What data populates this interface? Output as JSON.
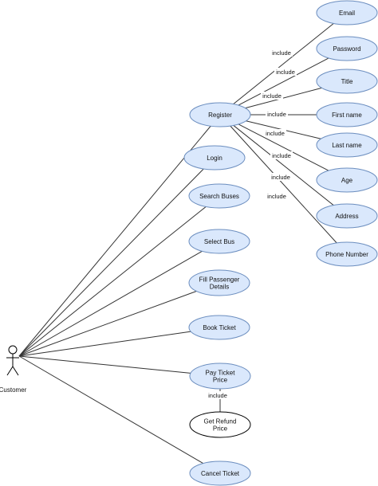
{
  "colors": {
    "usecase_fill": "#dae8fc",
    "usecase_stroke": "#6c8ebf",
    "plain_fill": "#ffffff",
    "plain_stroke": "#000000",
    "line": "#333333"
  },
  "actor": {
    "id": "customer",
    "label": "Customer"
  },
  "use_cases": [
    {
      "id": "register",
      "label": [
        "Register"
      ]
    },
    {
      "id": "login",
      "label": [
        "Login"
      ]
    },
    {
      "id": "search-buses",
      "label": [
        "Search Buses"
      ]
    },
    {
      "id": "select-bus",
      "label": [
        "Select Bus"
      ]
    },
    {
      "id": "fill-passenger-details",
      "label": [
        "Fill Passenger",
        "Details"
      ]
    },
    {
      "id": "book-ticket",
      "label": [
        "Book Ticket"
      ]
    },
    {
      "id": "pay-ticket-price",
      "label": [
        "Pay Ticket",
        "Price"
      ]
    },
    {
      "id": "get-refund-price",
      "label": [
        "Get Refund",
        "Price"
      ],
      "plain": true
    },
    {
      "id": "cancel-ticket",
      "label": [
        "Cancel Ticket"
      ]
    },
    {
      "id": "email",
      "label": [
        "Email"
      ]
    },
    {
      "id": "password",
      "label": [
        "Password"
      ]
    },
    {
      "id": "title",
      "label": [
        "Title"
      ]
    },
    {
      "id": "first-name",
      "label": [
        "First name"
      ]
    },
    {
      "id": "last-name",
      "label": [
        "Last name"
      ]
    },
    {
      "id": "age",
      "label": [
        "Age"
      ]
    },
    {
      "id": "address",
      "label": [
        "Address"
      ]
    },
    {
      "id": "phone-number",
      "label": [
        "Phone Number"
      ]
    }
  ],
  "associations": [
    "register",
    "login",
    "search-buses",
    "select-bus",
    "fill-passenger-details",
    "book-ticket",
    "pay-ticket-price",
    "cancel-ticket"
  ],
  "includes": [
    {
      "from": "register",
      "to": "email",
      "label": "include"
    },
    {
      "from": "register",
      "to": "password",
      "label": "include"
    },
    {
      "from": "register",
      "to": "title",
      "label": "include"
    },
    {
      "from": "register",
      "to": "first-name",
      "label": "include"
    },
    {
      "from": "register",
      "to": "last-name",
      "label": "include"
    },
    {
      "from": "register",
      "to": "age",
      "label": "include"
    },
    {
      "from": "register",
      "to": "address",
      "label": "include"
    },
    {
      "from": "register",
      "to": "phone-number",
      "label": "include"
    },
    {
      "from": "pay-ticket-price",
      "to": "get-refund-price",
      "label": "include"
    }
  ]
}
